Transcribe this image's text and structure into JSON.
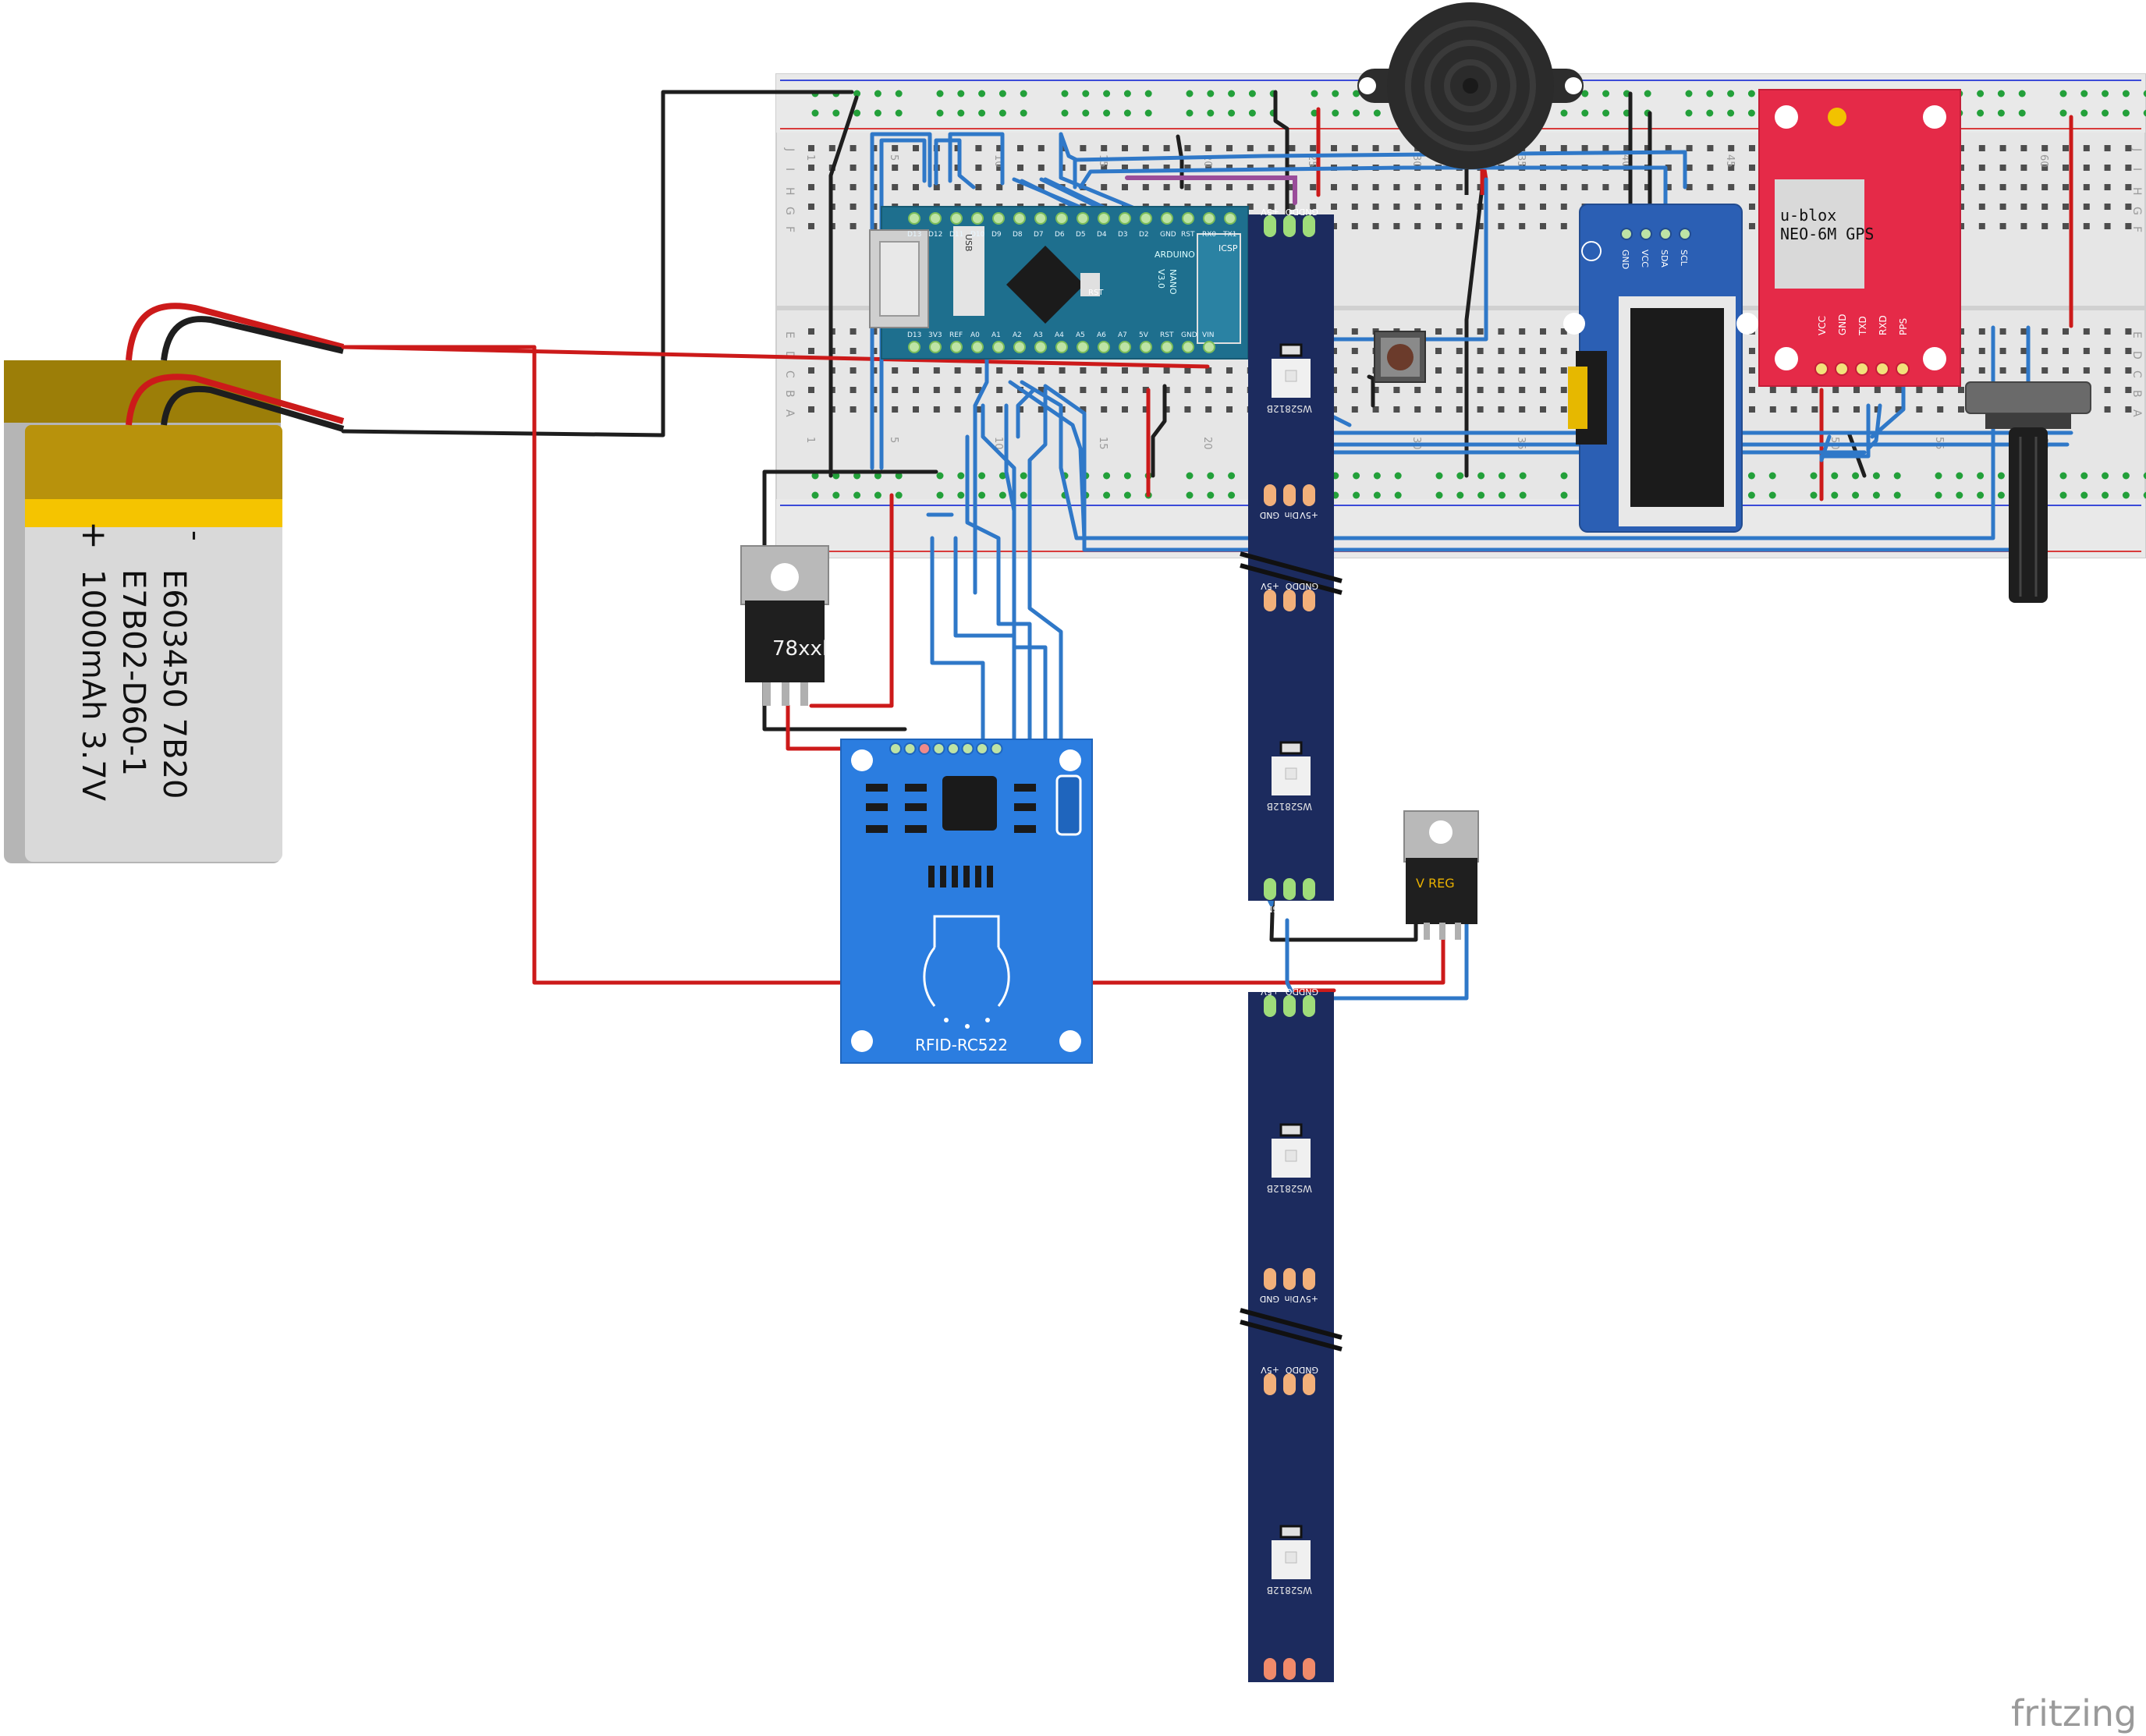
{
  "battery": {
    "minus": "-",
    "plus": "+",
    "line1": "E603450 7B20",
    "line2": "E7B02-D60-1",
    "line3": "1000mAh 3.7V"
  },
  "arduino": {
    "name_line1": "ARDUINO",
    "name_line2": "NANO",
    "version": "V3.0",
    "usb_label": "USB",
    "icsp_label": "ICSP",
    "rst_label": "RST",
    "top_pins": [
      "D13",
      "D12",
      "D11",
      "D10",
      "D9",
      "D8",
      "D7",
      "D6",
      "D5",
      "D4",
      "D3",
      "D2",
      "GND",
      "RST",
      "RX0",
      "TX1"
    ],
    "bottom_pins": [
      "D13",
      "3V3",
      "REF",
      "A0",
      "A1",
      "A2",
      "A3",
      "A4",
      "A5",
      "A6",
      "A7",
      "5V",
      "RST",
      "GND",
      "VIN"
    ]
  },
  "regulator1": {
    "label": "78xxl"
  },
  "regulator2": {
    "label": "V REG"
  },
  "rfid": {
    "label": "RFID-RC522"
  },
  "oled": {
    "pins": [
      "GND",
      "VCC",
      "SDA",
      "SCL"
    ]
  },
  "gps": {
    "brand": "u-blox",
    "model": "NEO-6M GPS",
    "pins": [
      "VCC",
      "GND",
      "TXD",
      "RXD",
      "PPS"
    ]
  },
  "led_strip": {
    "chip_label": "WS2812B",
    "pad_top": [
      "+5V",
      "DO",
      "GND"
    ],
    "pad_bottom": [
      "GND",
      "Din",
      "+5V"
    ]
  },
  "breadboard": {
    "row_letters_top": [
      "J",
      "I",
      "H",
      "G",
      "F"
    ],
    "row_letters_bottom": [
      "E",
      "D",
      "C",
      "B",
      "A"
    ],
    "col_numbers": [
      "1",
      "5",
      "10",
      "15",
      "20",
      "25",
      "30",
      "35",
      "40",
      "45",
      "50",
      "55",
      "60"
    ]
  },
  "watermark": "fritzing",
  "colors": {
    "wire_blue": "#2f78c8",
    "wire_red": "#cc1a1a",
    "wire_black": "#1e1e1e",
    "wire_purple": "#9a4d9a",
    "board_teal": "#1e6f8e",
    "rfid_blue": "#2b7de0",
    "gps_red": "#e52a48",
    "strip_navy": "#1c2b5e",
    "battery_gold": "#b8920c",
    "battery_grey": "#d5d5d5"
  }
}
